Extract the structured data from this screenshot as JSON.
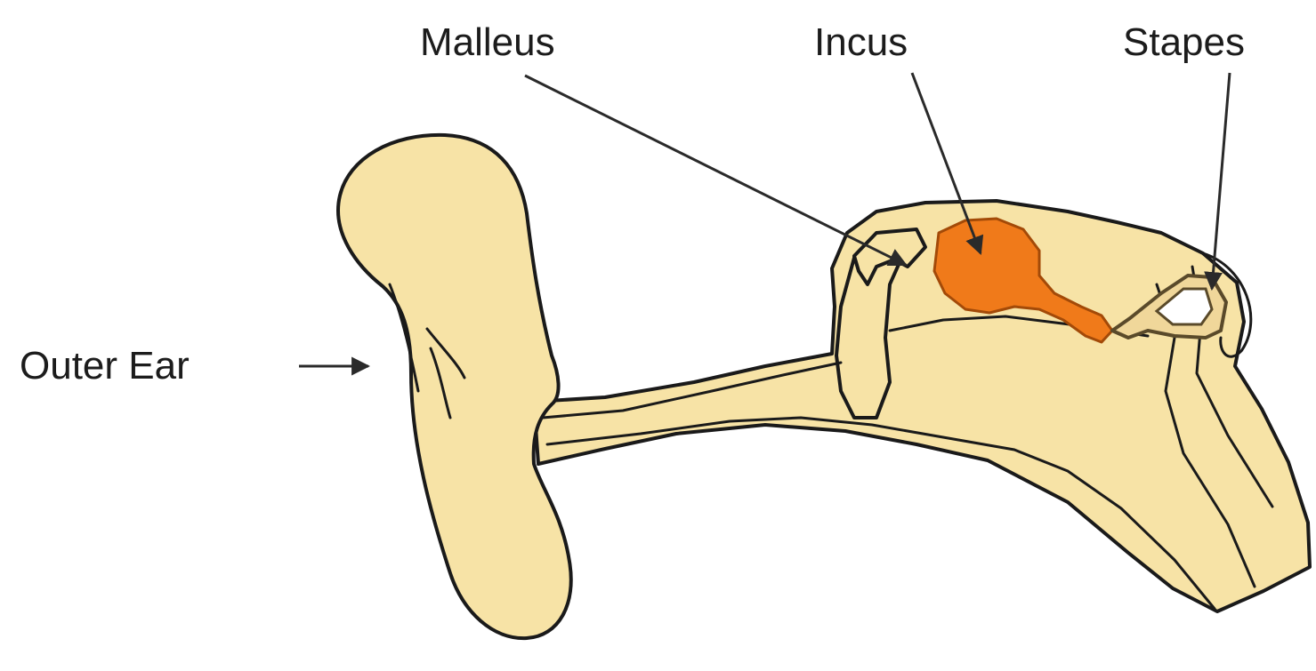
{
  "labels": {
    "malleus": "Malleus",
    "incus": "Incus",
    "stapes": "Stapes",
    "outer_ear": "Outer Ear"
  },
  "colors": {
    "tissue": "#f7e3a6",
    "incus_bone": "#f07a1a",
    "outline": "#1a1a1a"
  }
}
